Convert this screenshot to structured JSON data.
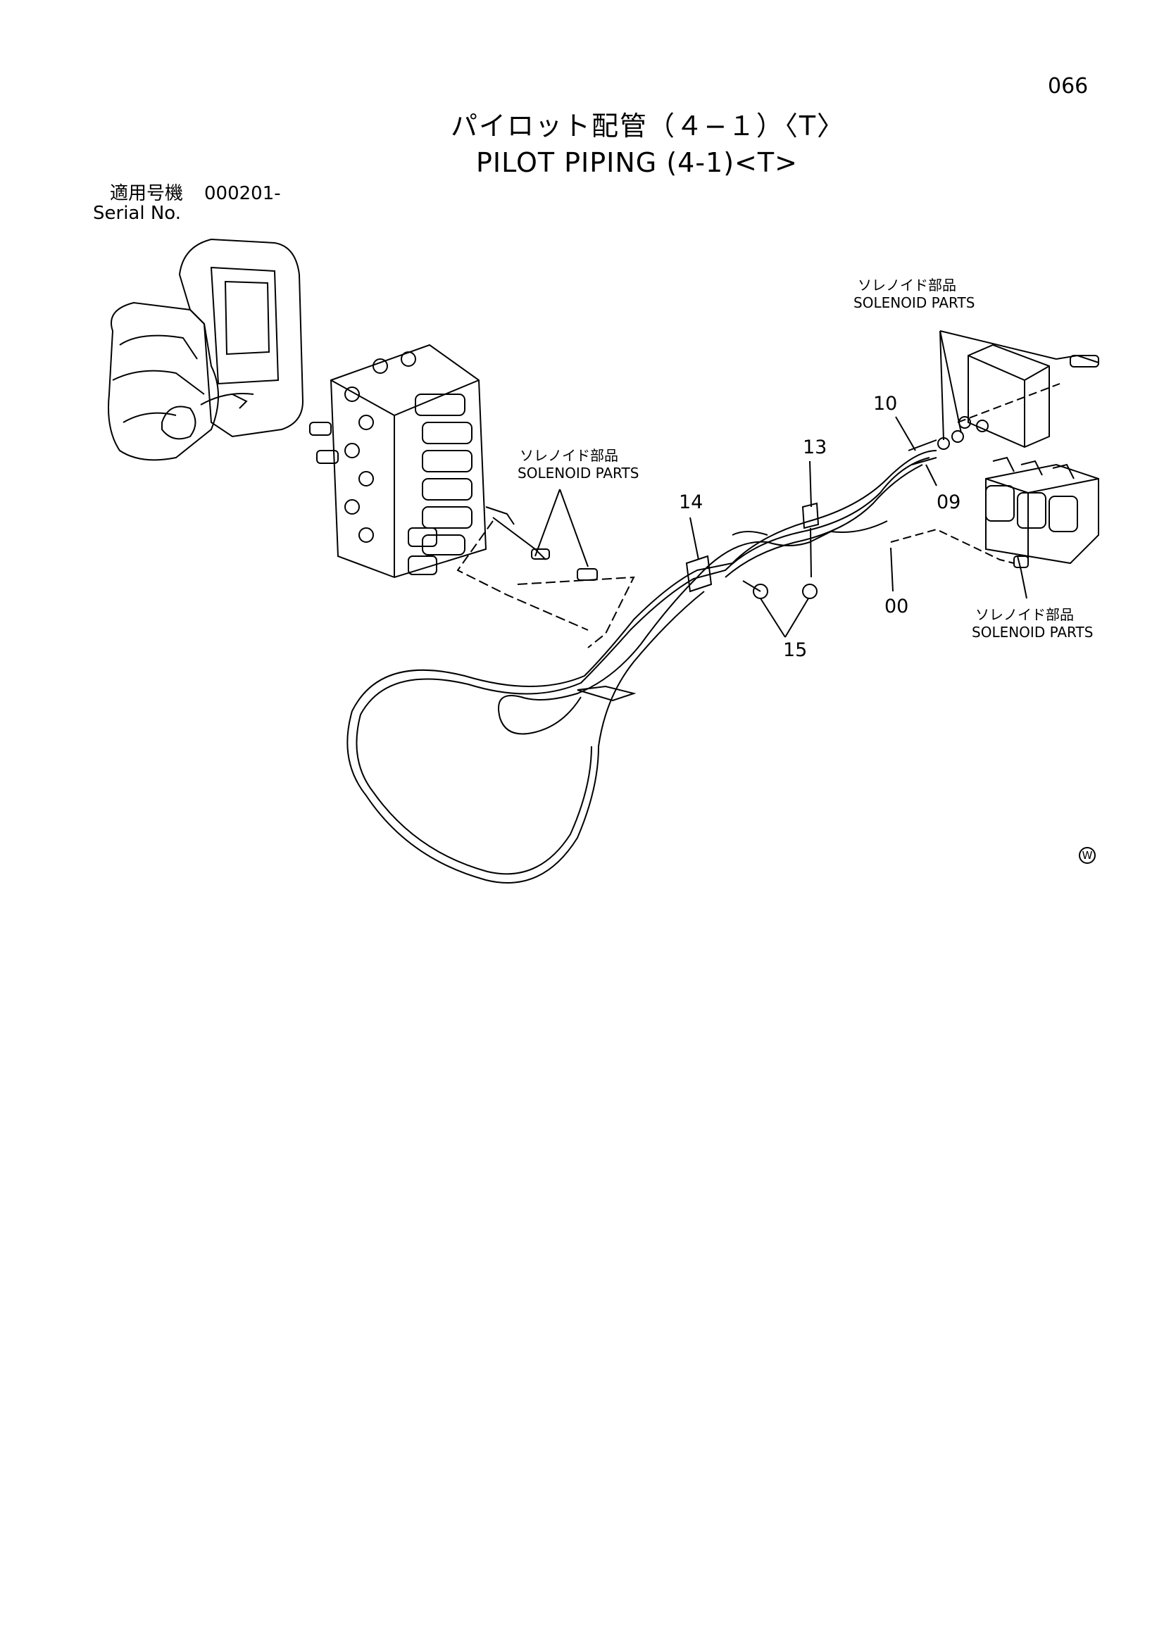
{
  "header": {
    "page_number": "066",
    "title_jp": "パイロット配管（４−１）〈T〉",
    "title_en": "PILOT PIPING (4-1)<T>"
  },
  "serial": {
    "label_jp": "適用号機",
    "value": "000201-",
    "label_en": "Serial No."
  },
  "solenoid_labels": [
    {
      "jp": "ソレノイド部品",
      "en": "SOLENOID PARTS"
    },
    {
      "jp": "ソレノイド部品",
      "en": "SOLENOID PARTS"
    },
    {
      "jp": "ソレノイド部品",
      "en": "SOLENOID PARTS"
    }
  ],
  "callouts": [
    "10",
    "09",
    "13",
    "14",
    "00",
    "15"
  ],
  "watermark": "W"
}
